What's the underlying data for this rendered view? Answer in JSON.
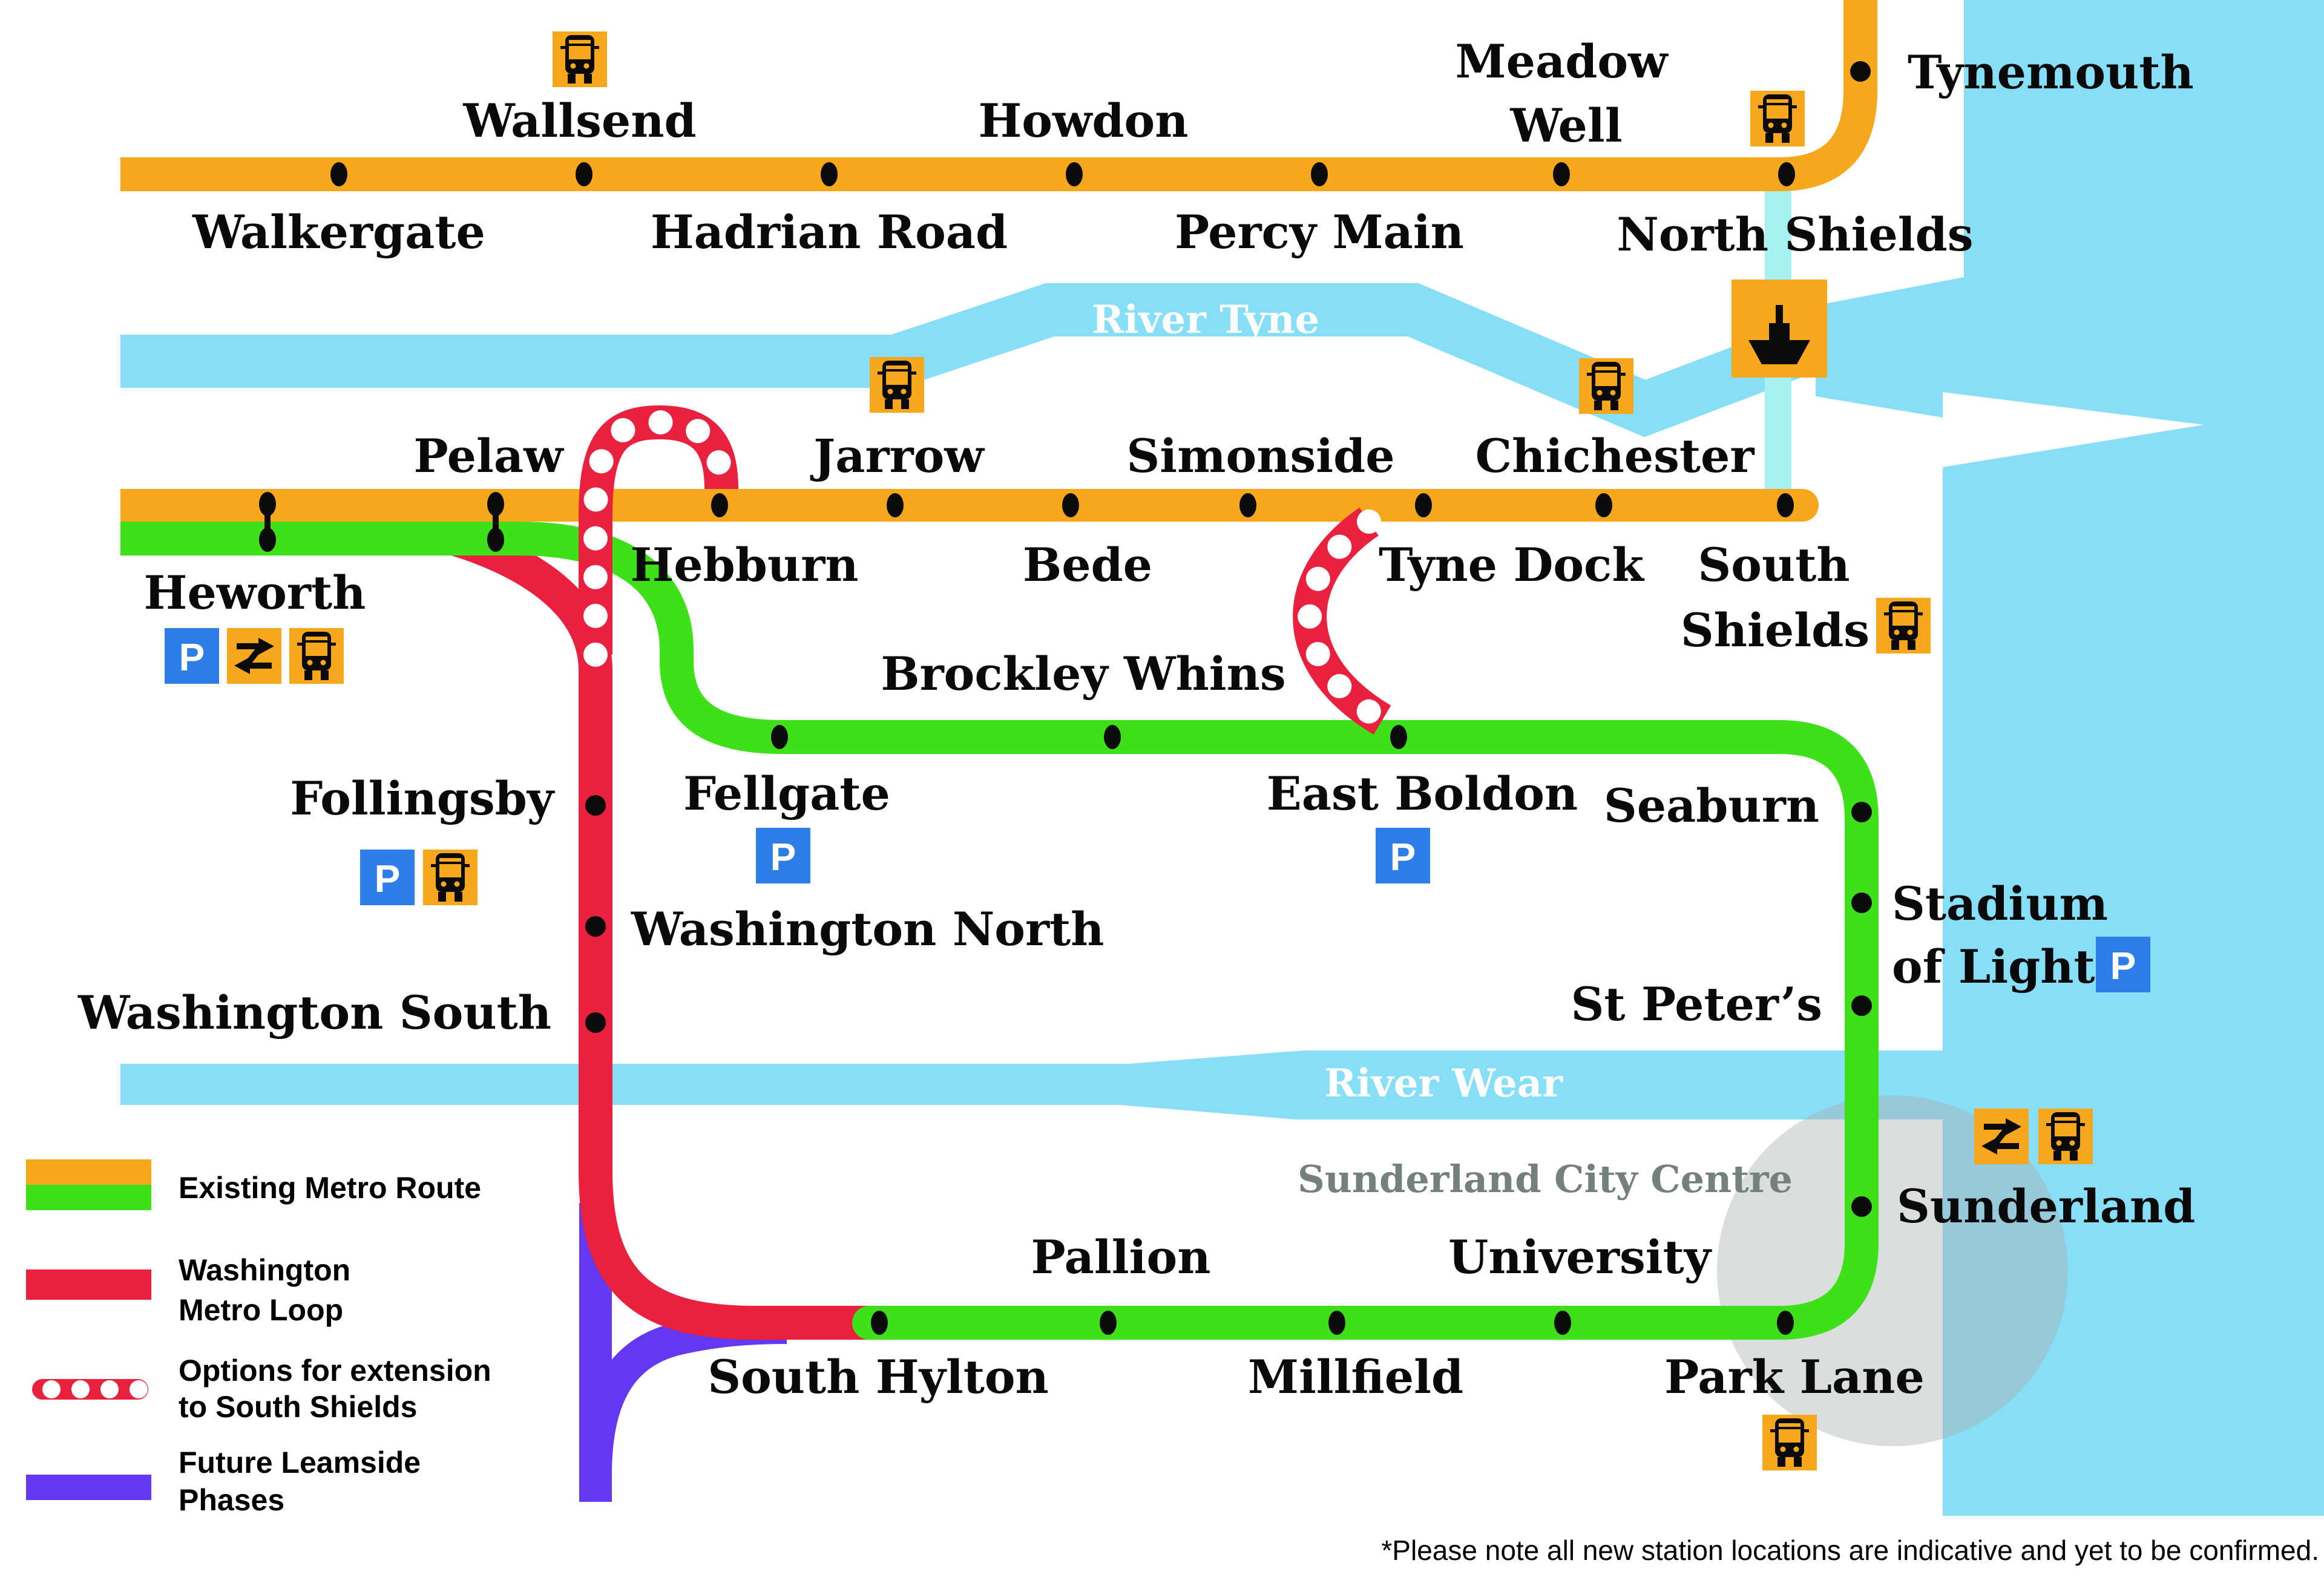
{
  "colors": {
    "orange": "#F7A71B",
    "green": "#3EE01A",
    "red": "#E9203E",
    "purple": "#6438F0",
    "water": "#87DEF7",
    "ferry_route": "#A6F2F2",
    "parking_blue": "#2E7EE8",
    "grey_text": "#74807E",
    "city_circle": "#ABAFAF"
  },
  "stations": {
    "walkergate": "Walkergate",
    "wallsend": "Wallsend",
    "hadrian_road": "Hadrian Road",
    "howdon": "Howdon",
    "percy_main": "Percy Main",
    "meadow_well_1": "Meadow",
    "meadow_well_2": "Well",
    "north_shields": "North Shields",
    "tynemouth": "Tynemouth",
    "pelaw": "Pelaw",
    "hebburn": "Hebburn",
    "jarrow": "Jarrow",
    "bede": "Bede",
    "simonside": "Simonside",
    "tyne_dock": "Tyne Dock",
    "chichester": "Chichester",
    "south_shields_1": "South",
    "south_shields_2": "Shields",
    "heworth": "Heworth",
    "brockley_whins": "Brockley Whins",
    "fellgate": "Fellgate",
    "follingsby": "Follingsby",
    "washington_north": "Washington North",
    "washington_south": "Washington South",
    "east_boldon": "East Boldon",
    "seaburn": "Seaburn",
    "stadium_of_light_1": "Stadium",
    "stadium_of_light_2": "of Light",
    "st_peters": "St Peter’s",
    "sunderland": "Sunderland",
    "park_lane": "Park Lane",
    "university": "University",
    "millfield": "Millfield",
    "pallion": "Pallion",
    "south_hylton": "South Hylton"
  },
  "rivers": {
    "tyne": "River Tyne",
    "wear": "River Wear"
  },
  "areas": {
    "city_centre": "Sunderland City Centre"
  },
  "legend": {
    "existing": "Existing Metro Route",
    "washington_1": "Washington",
    "washington_2": "Metro Loop",
    "options_1": "Options for extension",
    "options_2": "to South Shields",
    "future_1": "Future Leamside",
    "future_2": "Phases"
  },
  "icons": {
    "parking": "P"
  },
  "note": "*Please note all new station locations are indicative and yet to be confirmed."
}
